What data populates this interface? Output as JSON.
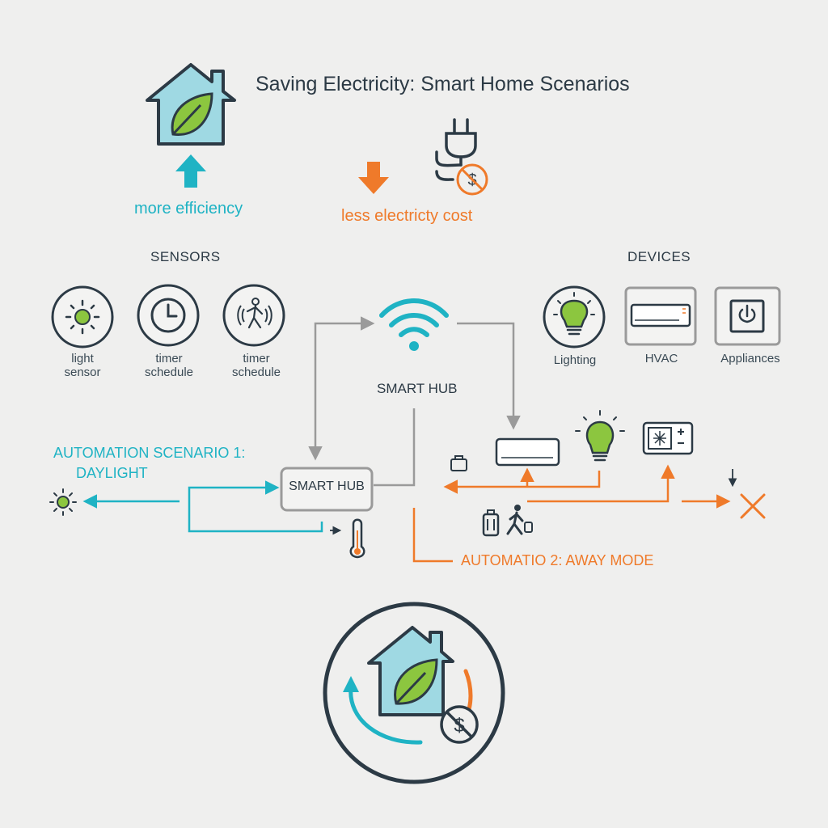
{
  "title": "Saving Electricity: Smart Home Scenarios",
  "benefits": {
    "more_efficiency": "more efficiency",
    "less_cost": "less electricty cost"
  },
  "sensors": {
    "header": "SENSORS",
    "items": [
      {
        "label": "light\nsensor",
        "icon": "sun-icon"
      },
      {
        "label": "timer\nschedule",
        "icon": "clock-icon"
      },
      {
        "label": "timer\nschedule",
        "icon": "motion-person-icon"
      }
    ]
  },
  "devices": {
    "header": "DEVICES",
    "items": [
      {
        "label": "Lighting",
        "icon": "bulb-icon"
      },
      {
        "label": "HVAC",
        "icon": "air-conditioner-icon"
      },
      {
        "label": "Appliances",
        "icon": "power-icon"
      }
    ]
  },
  "hub": {
    "top_label": "SMART HUB",
    "box_label": "SMART HUB"
  },
  "scenarios": {
    "one_line1": "AUTOMATION SCENARIO 1:",
    "one_line2": "DAYLIGHT",
    "two": "AUTOMATIO 2: AWAY MODE"
  },
  "colors": {
    "teal": "#1fb3c4",
    "orange": "#ef7a2a",
    "green": "#8cc63f",
    "house_fill": "#9fd9e3",
    "dark": "#2c3a45",
    "gray": "#9a9a9a"
  }
}
